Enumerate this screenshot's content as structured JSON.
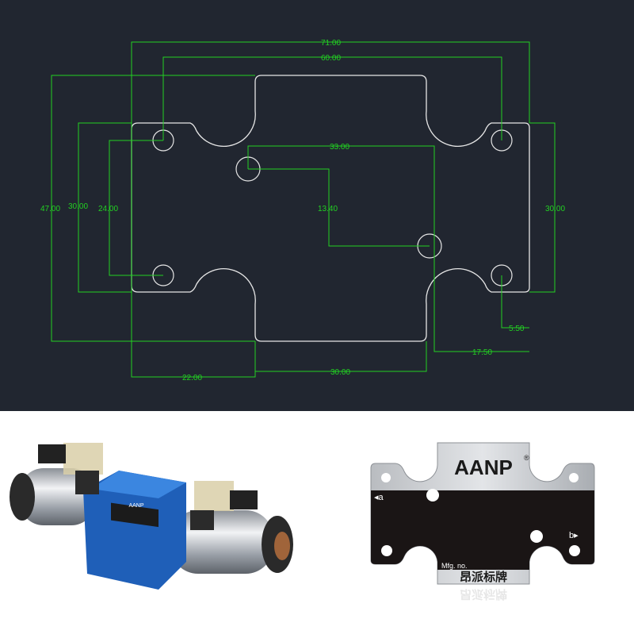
{
  "drawing": {
    "dimensions": {
      "overall_width": "71.00",
      "hole_spacing_x": "60.00",
      "overall_height": "47.00",
      "side_height_left": "30.00",
      "hole_spacing_y": "24.00",
      "center_holes_x": "33.00",
      "center_holes_y": "13.40",
      "side_height_right": "30.00",
      "hole_edge_offset": "5.50",
      "center_hole_offset": "17.50",
      "left_section_width": "22.00",
      "center_tab_width": "30.00"
    },
    "colors": {
      "background": "#212630",
      "dimension": "#22d022",
      "outline": "#e6e6e6"
    }
  },
  "nameplate": {
    "brand": "AANP",
    "registered_mark": "®",
    "port_a": "◂a",
    "port_b": "b▸",
    "mfg_label": "Mfg. no.",
    "chinese_name": "昂派标牌"
  },
  "valve": {
    "label": "AANP"
  }
}
